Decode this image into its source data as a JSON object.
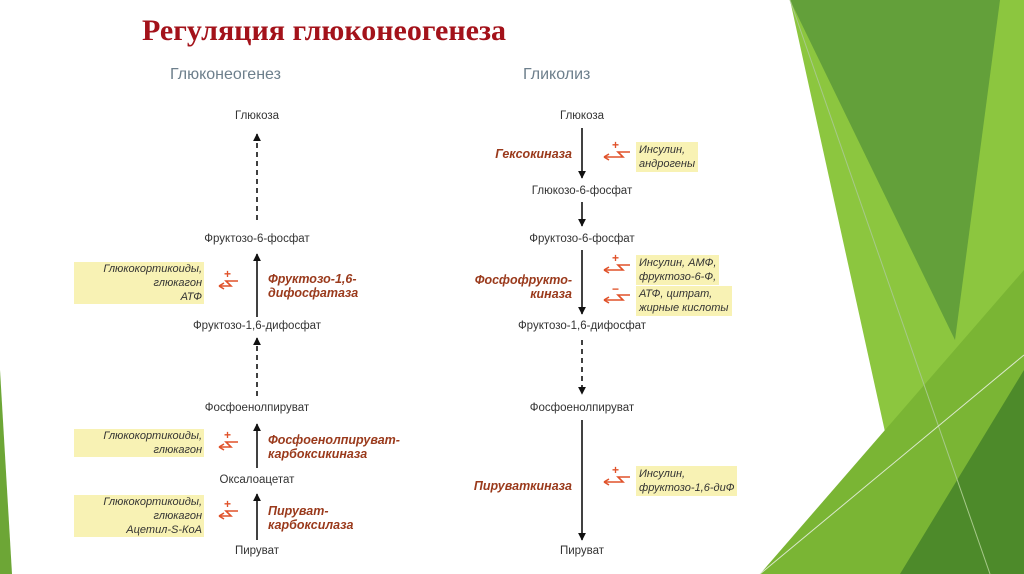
{
  "title": "Регуляция глюконеогенеза",
  "gluconeogenesis": {
    "header": "Глюконеогенез",
    "nodes": [
      "Глюкоза",
      "Фруктозо-6-фосфат",
      "Фруктозо-1,6-дифосфат",
      "Фосфоенолпируват",
      "Оксалоацетат",
      "Пируват"
    ],
    "enzymes": [
      {
        "lines": [
          "Фруктозо-1,6-",
          "дифосфатаза"
        ]
      },
      {
        "lines": [
          "Фосфоенолпируват-",
          "карбоксикиназа"
        ]
      },
      {
        "lines": [
          "Пируват-",
          "карбоксилаза"
        ]
      }
    ],
    "regulators": [
      {
        "lines": [
          "Глюкокортикоиды,",
          "глюкагон",
          "АТФ"
        ],
        "sign": "+"
      },
      {
        "lines": [
          "Глюкокортикоиды,",
          "глюкагон"
        ],
        "sign": "+"
      },
      {
        "lines": [
          "Глюкокортикоиды,",
          "глюкагон",
          "Ацетил-S-КоА"
        ],
        "sign": "+"
      }
    ]
  },
  "glycolysis": {
    "header": "Гликолиз",
    "nodes": [
      "Глюкоза",
      "Глюкозо-6-фосфат",
      "Фруктозо-6-фосфат",
      "Фруктозо-1,6-дифосфат",
      "Фосфоенолпируват",
      "Пируват"
    ],
    "enzymes": [
      {
        "lines": [
          "Гексокиназа"
        ]
      },
      {
        "lines": [
          "Фосфофрукто-",
          "киназа"
        ]
      },
      {
        "lines": [
          "Пируваткиназа"
        ]
      }
    ],
    "regulators": [
      {
        "lines": [
          "Инсулин,",
          "андрогены"
        ],
        "sign": "+"
      },
      {
        "lines": [
          "Инсулин, АМФ,",
          "фруктозо-6-Ф,"
        ],
        "sign": "+"
      },
      {
        "lines": [
          "АТФ, цитрат,",
          "жирные кислоты"
        ],
        "sign": "−"
      },
      {
        "lines": [
          "Инсулин,",
          "фруктозо-1,6-диФ"
        ],
        "sign": "+"
      }
    ]
  },
  "colors": {
    "title": "#a3121a",
    "enzyme": "#9a3a1c",
    "regulator_arrow": "#e0522a",
    "highlight": "#f8f2b4",
    "green_dark": "#5e9a30",
    "green_light": "#8cc63f"
  }
}
